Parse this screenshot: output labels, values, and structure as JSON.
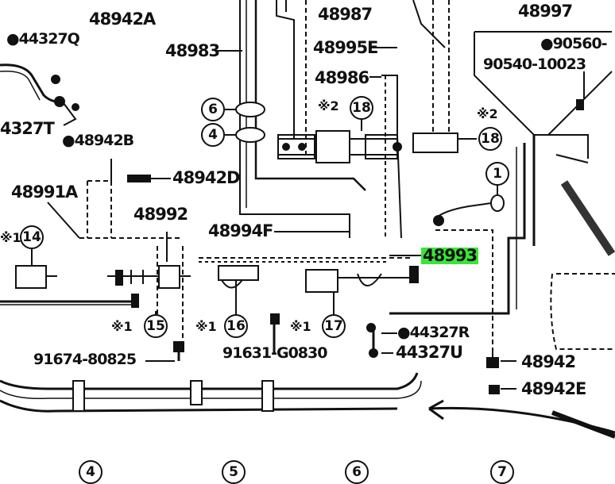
{
  "labels": {
    "p48942A": "48942A",
    "p44327Q": "●44327Q",
    "p44327T": "4327T",
    "p48942B": "●48942B",
    "p48942D": "48942D",
    "p48991A": "48991A",
    "p48992": "48992",
    "p48983": "48983",
    "p48987": "48987",
    "p48995E": "48995E",
    "p48986": "48986",
    "p48994F": "48994F",
    "p48993": "48993",
    "p48997": "48997",
    "p90560": "●90560-",
    "p90540": "90540-10023",
    "p44327R": "●44327R",
    "p44327U": "44327U",
    "p48942": "48942",
    "p48942E": "48942E",
    "p91674": "91674-80825",
    "p91631": "91631-G0830"
  },
  "callouts": {
    "c6": "6",
    "c4": "4",
    "c18a": "18",
    "c18b": "18",
    "c1": "1",
    "c14": "14",
    "c15": "15",
    "c16": "16",
    "c17": "17"
  },
  "marks": {
    "m2a": "※2",
    "m2b": "※2",
    "m1a": "※1",
    "m1b": "※1",
    "m1c": "※1",
    "m1d": "※1"
  },
  "sections": [
    "4",
    "5",
    "6",
    "7"
  ],
  "colors": {
    "highlight": "#39e639",
    "ink": "#111111"
  }
}
